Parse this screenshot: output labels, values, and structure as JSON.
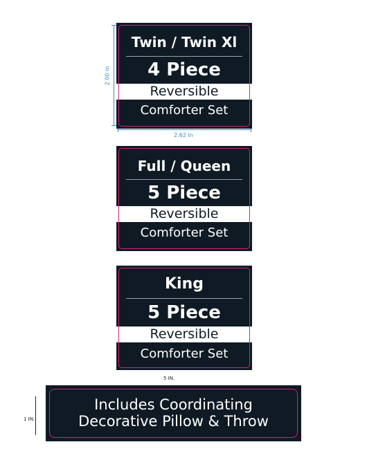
{
  "labels": [
    {
      "size": "Twin / Twin Xl",
      "piece": "4 Piece",
      "band": "Reversible",
      "sub": "Comforter Set"
    },
    {
      "size": "Full / Queen",
      "piece": "5 Piece",
      "band": "Reversible",
      "sub": "Comforter Set"
    },
    {
      "size": "King",
      "piece": "5 Piece",
      "band": "Reversible",
      "sub": "Comforter Set"
    }
  ],
  "dimensions": {
    "height": "2.00  in",
    "width": "2.62  in",
    "bottom_width": "5 IN.",
    "bottom_height": "1 IN."
  },
  "bottom_label": {
    "line1": "Includes Coordinating",
    "line2": "Decorative Pillow & Throw"
  },
  "colors": {
    "label_bg": "#0f1a24",
    "frame": "#d6227a",
    "dimension": "#3b86c6"
  }
}
